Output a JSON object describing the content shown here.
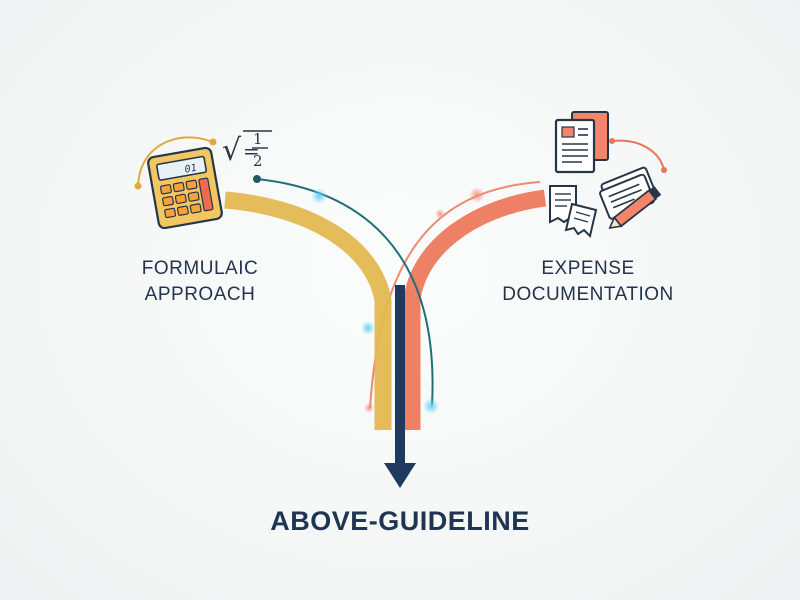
{
  "diagram": {
    "left_label": [
      "FORMULAIC",
      "APPROACH"
    ],
    "right_label": [
      "EXPENSE",
      "DOCUMENTATION"
    ],
    "bottom_label": "ABOVE-GUIDELINE",
    "formula_text": {
      "radical": "√",
      "eq": "=",
      "num": "1",
      "den": "2"
    },
    "calculator_display": "01",
    "icons": [
      "calculator-icon",
      "square-root-formula-icon",
      "documents-icon",
      "receipts-icon",
      "pencil-icon"
    ],
    "colors": {
      "left_path": "#e3b850",
      "right_path": "#ec7558",
      "arrow": "#1f3a5f",
      "teal_line": "#1f6f78",
      "text": "#24344a"
    }
  }
}
